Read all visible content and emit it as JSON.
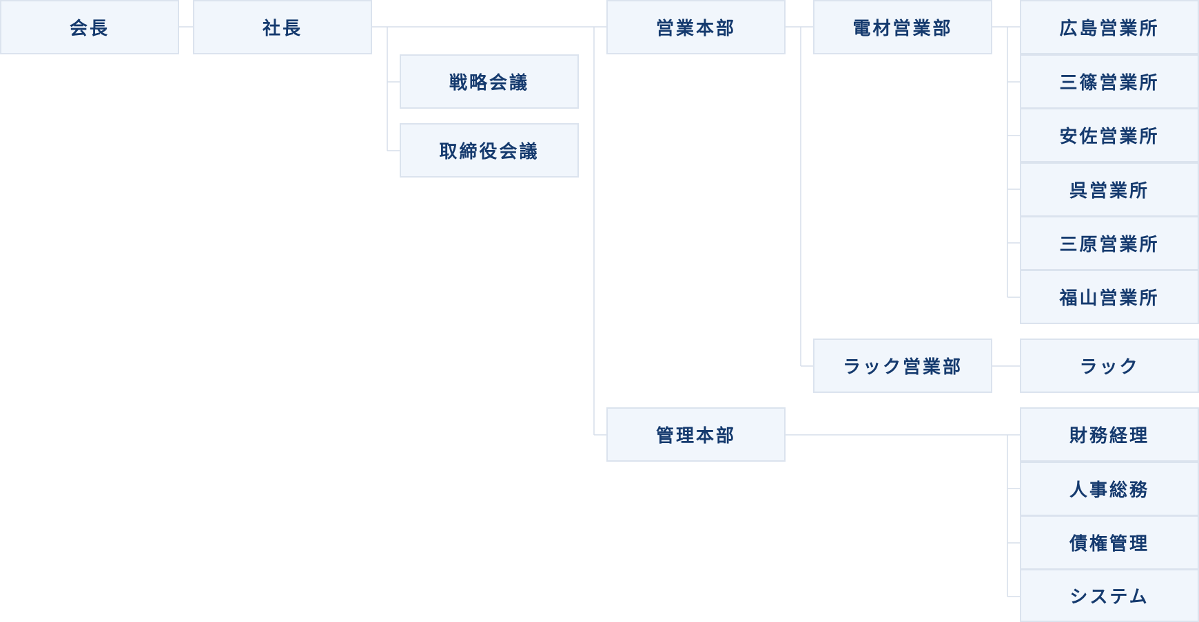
{
  "chart": {
    "chairman": "会長",
    "president": "社長",
    "strategy_meeting": "戦略会議",
    "board_meeting": "取締役会議",
    "sales_hq": "営業本部",
    "electric_sales_dept": "電材営業部",
    "rack_sales_dept": "ラック営業部",
    "admin_hq": "管理本部",
    "offices": [
      "広島営業所",
      "三篠営業所",
      "安佐営業所",
      "呉営業所",
      "三原営業所",
      "福山営業所"
    ],
    "rack": "ラック",
    "admin_units": [
      "財務経理",
      "人事総務",
      "債権管理",
      "システム"
    ]
  },
  "colors": {
    "box_fill": "#f1f6fc",
    "box_border": "#dbe3ee",
    "text": "#153a6e",
    "line": "#d6deea"
  }
}
